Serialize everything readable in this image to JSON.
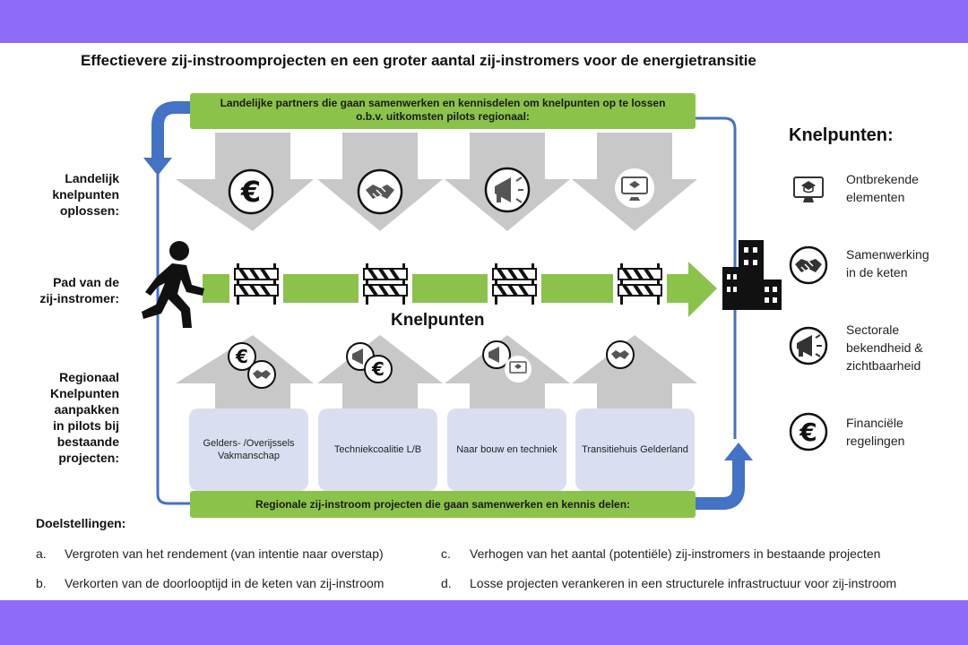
{
  "title": "Effectievere zij-instroomprojecten en een groter aantal zij-instromers voor de energietransitie",
  "top_bar": {
    "line1": "Landelijke partners die gaan samenwerken en kennisdelen om knelpunten op te lossen",
    "line2": "o.b.v. uitkomsten pilots regionaal:"
  },
  "bottom_bar": "Regionale zij-instroom projecten die gaan samenwerken en kennis delen:",
  "side_labels": {
    "landelijk": [
      "Landelijk",
      "knelpunten",
      "oplossen:"
    ],
    "pad": [
      "Pad van de",
      "zij-instromer:"
    ],
    "regionaal": [
      "Regionaal",
      "Knelpunten",
      "aanpakken",
      "in pilots bij",
      "bestaande",
      "projecten:"
    ]
  },
  "middle_label": "Knelpunten",
  "projects": [
    "Gelders- /Overijssels Vakmanschap",
    "Techniekcoalitie L/B",
    "Naar bouw en techniek",
    "Transitiehuis Gelderland"
  ],
  "knelpunten": {
    "heading": "Knelpunten:",
    "items": [
      {
        "icon": "monitor-graduation-icon",
        "label_lines": [
          "Ontbrekende",
          "elementen"
        ]
      },
      {
        "icon": "handshake-icon",
        "label_lines": [
          "Samenwerking",
          "in de keten"
        ]
      },
      {
        "icon": "megaphone-icon",
        "label_lines": [
          "Sectorale",
          "bekendheid &",
          "zichtbaarheid"
        ]
      },
      {
        "icon": "euro-icon",
        "label_lines": [
          "Financiële",
          "regelingen"
        ]
      }
    ]
  },
  "doelstellingen": {
    "heading": "Doelstellingen:",
    "items": [
      {
        "letter": "a.",
        "text": "Vergroten van het rendement (van intentie naar overstap)"
      },
      {
        "letter": "b.",
        "text": "Verkorten van de doorlooptijd in de keten van zij-instroom"
      },
      {
        "letter": "c.",
        "text": "Verhogen van het aantal (potentiële) zij-instromers in bestaande projecten"
      },
      {
        "letter": "d.",
        "text": "Losse projecten verankeren in een structurele infrastructuur voor zij-instroom"
      }
    ]
  },
  "colors": {
    "band": "#8d6cf8",
    "green": "#8bc34a",
    "arrow_gray": "#c8c8c8",
    "loop_blue": "#4472c4",
    "project_box": "#d9dff0"
  }
}
